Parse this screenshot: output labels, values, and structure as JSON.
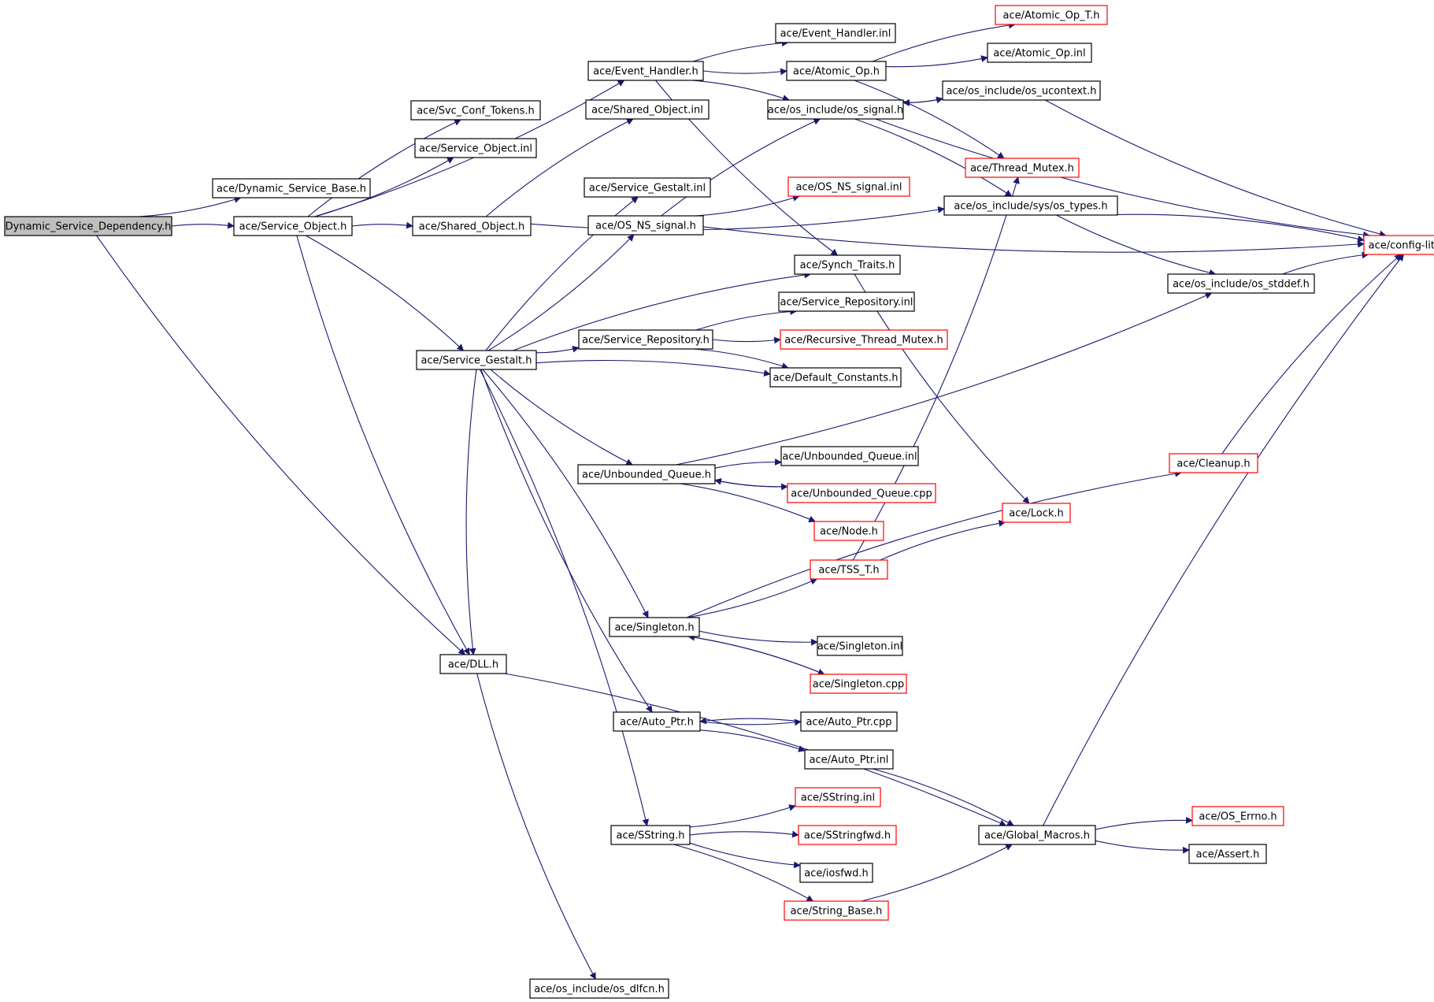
{
  "colors": {
    "edge": "#191970",
    "border_normal": "#000000",
    "border_truncated": "#ff0000",
    "fill_root": "#bfbfbf",
    "fill_normal": "#ffffff"
  },
  "nodes": {
    "root": {
      "label": "Dynamic_Service_Dependency.h",
      "kind": "root"
    },
    "dsb": {
      "label": "ace/Dynamic_Service_Base.h",
      "kind": "normal"
    },
    "svcobj": {
      "label": "ace/Service_Object.h",
      "kind": "normal"
    },
    "svcconf": {
      "label": "ace/Svc_Conf_Tokens.h",
      "kind": "normal"
    },
    "svcobjinl": {
      "label": "ace/Service_Object.inl",
      "kind": "normal"
    },
    "sharedobj": {
      "label": "ace/Shared_Object.h",
      "kind": "normal"
    },
    "sharedobjinl": {
      "label": "ace/Shared_Object.inl",
      "kind": "normal"
    },
    "evh": {
      "label": "ace/Event_Handler.h",
      "kind": "normal"
    },
    "evhinl": {
      "label": "ace/Event_Handler.inl",
      "kind": "normal"
    },
    "atomicop": {
      "label": "ace/Atomic_Op.h",
      "kind": "normal"
    },
    "atomicopt": {
      "label": "ace/Atomic_Op_T.h",
      "kind": "truncated"
    },
    "atomicopinl": {
      "label": "ace/Atomic_Op.inl",
      "kind": "normal"
    },
    "ossignal": {
      "label": "ace/os_include/os_signal.h",
      "kind": "normal"
    },
    "osucontext": {
      "label": "ace/os_include/os_ucontext.h",
      "kind": "normal"
    },
    "threadmutex": {
      "label": "ace/Thread_Mutex.h",
      "kind": "truncated"
    },
    "ostypes": {
      "label": "ace/os_include/sys/os_types.h",
      "kind": "normal"
    },
    "configlite": {
      "label": "ace/config-lite.h",
      "kind": "truncated"
    },
    "osstddef": {
      "label": "ace/os_include/os_stddef.h",
      "kind": "normal"
    },
    "osnssignalinl": {
      "label": "ace/OS_NS_signal.inl",
      "kind": "truncated"
    },
    "osnssignal": {
      "label": "ace/OS_NS_signal.h",
      "kind": "normal"
    },
    "svcgestaltinl": {
      "label": "ace/Service_Gestalt.inl",
      "kind": "normal"
    },
    "synchtraits": {
      "label": "ace/Synch_Traits.h",
      "kind": "normal"
    },
    "svcrepoinl": {
      "label": "ace/Service_Repository.inl",
      "kind": "normal"
    },
    "svcrepo": {
      "label": "ace/Service_Repository.h",
      "kind": "normal"
    },
    "recmutex": {
      "label": "ace/Recursive_Thread_Mutex.h",
      "kind": "truncated"
    },
    "svcgestalt": {
      "label": "ace/Service_Gestalt.h",
      "kind": "normal"
    },
    "defconst": {
      "label": "ace/Default_Constants.h",
      "kind": "normal"
    },
    "ubqinl": {
      "label": "ace/Unbounded_Queue.inl",
      "kind": "normal"
    },
    "ubq": {
      "label": "ace/Unbounded_Queue.h",
      "kind": "normal"
    },
    "ubqcpp": {
      "label": "ace/Unbounded_Queue.cpp",
      "kind": "truncated"
    },
    "node": {
      "label": "ace/Node.h",
      "kind": "truncated"
    },
    "cleanup": {
      "label": "ace/Cleanup.h",
      "kind": "truncated"
    },
    "lock": {
      "label": "ace/Lock.h",
      "kind": "truncated"
    },
    "tsst": {
      "label": "ace/TSS_T.h",
      "kind": "truncated"
    },
    "singleton": {
      "label": "ace/Singleton.h",
      "kind": "normal"
    },
    "singletoninl": {
      "label": "ace/Singleton.inl",
      "kind": "normal"
    },
    "singletoncpp": {
      "label": "ace/Singleton.cpp",
      "kind": "truncated"
    },
    "dll": {
      "label": "ace/DLL.h",
      "kind": "normal"
    },
    "autoptr": {
      "label": "ace/Auto_Ptr.h",
      "kind": "normal"
    },
    "autoptrcpp": {
      "label": "ace/Auto_Ptr.cpp",
      "kind": "normal"
    },
    "autoptrinl": {
      "label": "ace/Auto_Ptr.inl",
      "kind": "normal"
    },
    "sstringinl": {
      "label": "ace/SString.inl",
      "kind": "truncated"
    },
    "sstring": {
      "label": "ace/SString.h",
      "kind": "normal"
    },
    "sstringfwd": {
      "label": "ace/SStringfwd.h",
      "kind": "truncated"
    },
    "iosfwd": {
      "label": "ace/iosfwd.h",
      "kind": "normal"
    },
    "stringbase": {
      "label": "ace/String_Base.h",
      "kind": "truncated"
    },
    "globalmacros": {
      "label": "ace/Global_Macros.h",
      "kind": "normal"
    },
    "oserrno": {
      "label": "ace/OS_Errno.h",
      "kind": "truncated"
    },
    "assert": {
      "label": "ace/Assert.h",
      "kind": "normal"
    },
    "osdlfcn": {
      "label": "ace/os_include/os_dlfcn.h",
      "kind": "normal"
    }
  },
  "edges": [
    [
      "root",
      "dsb"
    ],
    [
      "root",
      "svcobj"
    ],
    [
      "root",
      "dll"
    ],
    [
      "svcobj",
      "svcconf"
    ],
    [
      "svcobj",
      "svcobjinl"
    ],
    [
      "svcobj",
      "sharedobj"
    ],
    [
      "svcobj",
      "evh"
    ],
    [
      "svcobj",
      "svcgestalt"
    ],
    [
      "svcobj",
      "dll"
    ],
    [
      "sharedobj",
      "sharedobjinl"
    ],
    [
      "sharedobj",
      "ostypes"
    ],
    [
      "evh",
      "evhinl"
    ],
    [
      "evh",
      "atomicop"
    ],
    [
      "evh",
      "ossignal"
    ],
    [
      "evh",
      "synchtraits"
    ],
    [
      "atomicop",
      "atomicopt"
    ],
    [
      "atomicop",
      "atomicopinl"
    ],
    [
      "atomicop",
      "threadmutex"
    ],
    [
      "ossignal",
      "osucontext"
    ],
    [
      "ossignal",
      "ostypes"
    ],
    [
      "ossignal",
      "configlite"
    ],
    [
      "osucontext",
      "ossignal"
    ],
    [
      "osucontext",
      "configlite"
    ],
    [
      "ostypes",
      "configlite"
    ],
    [
      "ostypes",
      "osstddef"
    ],
    [
      "osstddef",
      "configlite"
    ],
    [
      "osnssignal",
      "osnssignalinl"
    ],
    [
      "osnssignal",
      "ossignal"
    ],
    [
      "osnssignal",
      "configlite"
    ],
    [
      "svcgestalt",
      "svcgestaltinl"
    ],
    [
      "svcgestalt",
      "osnssignal"
    ],
    [
      "svcgestalt",
      "synchtraits"
    ],
    [
      "svcgestalt",
      "svcrepo"
    ],
    [
      "svcgestalt",
      "defconst"
    ],
    [
      "svcgestalt",
      "ubq"
    ],
    [
      "svcgestalt",
      "singleton"
    ],
    [
      "svcgestalt",
      "autoptr"
    ],
    [
      "svcgestalt",
      "sstring"
    ],
    [
      "svcgestalt",
      "dll"
    ],
    [
      "svcrepo",
      "svcrepoinl"
    ],
    [
      "svcrepo",
      "recmutex"
    ],
    [
      "svcrepo",
      "defconst"
    ],
    [
      "synchtraits",
      "lock"
    ],
    [
      "ubq",
      "ubqinl"
    ],
    [
      "ubq",
      "ubqcpp"
    ],
    [
      "ubq",
      "node"
    ],
    [
      "ubq",
      "osstddef"
    ],
    [
      "ubqcpp",
      "ubq"
    ],
    [
      "singleton",
      "tsst"
    ],
    [
      "singleton",
      "cleanup"
    ],
    [
      "singleton",
      "singletoninl"
    ],
    [
      "singleton",
      "singletoncpp"
    ],
    [
      "singletoncpp",
      "singleton"
    ],
    [
      "tsst",
      "lock"
    ],
    [
      "tsst",
      "threadmutex"
    ],
    [
      "cleanup",
      "configlite"
    ],
    [
      "autoptr",
      "autoptrcpp"
    ],
    [
      "autoptr",
      "autoptrinl"
    ],
    [
      "autoptrcpp",
      "autoptr"
    ],
    [
      "autoptrinl",
      "globalmacros"
    ],
    [
      "sstring",
      "sstringinl"
    ],
    [
      "sstring",
      "sstringfwd"
    ],
    [
      "sstring",
      "iosfwd"
    ],
    [
      "sstring",
      "stringbase"
    ],
    [
      "stringbase",
      "globalmacros"
    ],
    [
      "globalmacros",
      "oserrno"
    ],
    [
      "globalmacros",
      "assert"
    ],
    [
      "globalmacros",
      "configlite"
    ],
    [
      "dll",
      "osdlfcn"
    ],
    [
      "dll",
      "globalmacros"
    ]
  ]
}
